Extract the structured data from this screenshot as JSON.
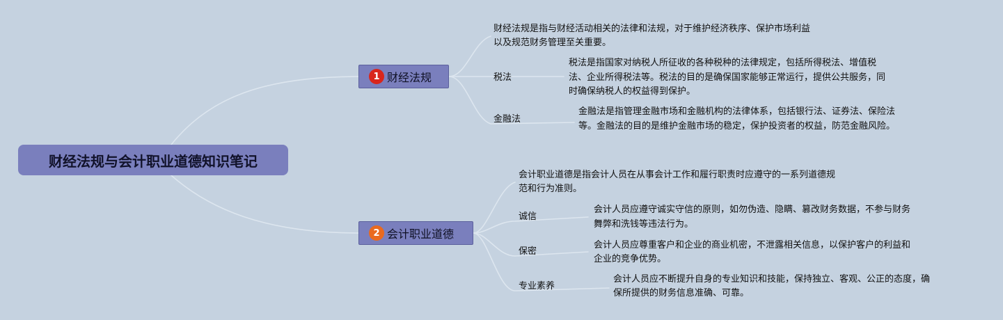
{
  "root": {
    "title": "财经法规与会计职业道德知识笔记"
  },
  "branches": [
    {
      "number": "1",
      "label": "财经法规",
      "badge_color": "#d9261c",
      "intro_lines": [
        "财经法规是指与财经活动相关的法律和法规，对于维护经济秩序、保护市场利益",
        "以及规范财务管理至关重要。"
      ],
      "items": [
        {
          "label": "税法",
          "desc_lines": [
            "税法是指国家对纳税人所征收的各种税种的法律规定，包括所得税法、增值税",
            "法、企业所得税法等。税法的目的是确保国家能够正常运行，提供公共服务，同",
            "时确保纳税人的权益得到保护。"
          ]
        },
        {
          "label": "金融法",
          "desc_lines": [
            "金融法是指管理金融市场和金融机构的法律体系，包括银行法、证券法、保险法",
            "等。金融法的目的是维护金融市场的稳定，保护投资者的权益，防范金融风险。"
          ]
        }
      ]
    },
    {
      "number": "2",
      "label": "会计职业道德",
      "badge_color": "#ea6a1f",
      "intro_lines": [
        "会计职业道德是指会计人员在从事会计工作和履行职责时应遵守的一系列道德规",
        "范和行为准则。"
      ],
      "items": [
        {
          "label": "诚信",
          "desc_lines": [
            "会计人员应遵守诚实守信的原则，如勿伪造、隐瞒、篡改财务数据，不参与财务",
            "舞弊和洗钱等违法行为。"
          ]
        },
        {
          "label": "保密",
          "desc_lines": [
            "会计人员应尊重客户和企业的商业机密，不泄露相关信息，以保护客户的利益和",
            "企业的竞争优势。"
          ]
        },
        {
          "label": "专业素养",
          "desc_lines": [
            "会计人员应不断提升自身的专业知识和技能，保持独立、客观、公正的态度，确",
            "保所提供的财务信息准确、可靠。"
          ]
        }
      ]
    }
  ],
  "colors": {
    "background": "#c5d2e0",
    "node_fill": "#7a7fbd",
    "connector": "#dde6ef"
  }
}
